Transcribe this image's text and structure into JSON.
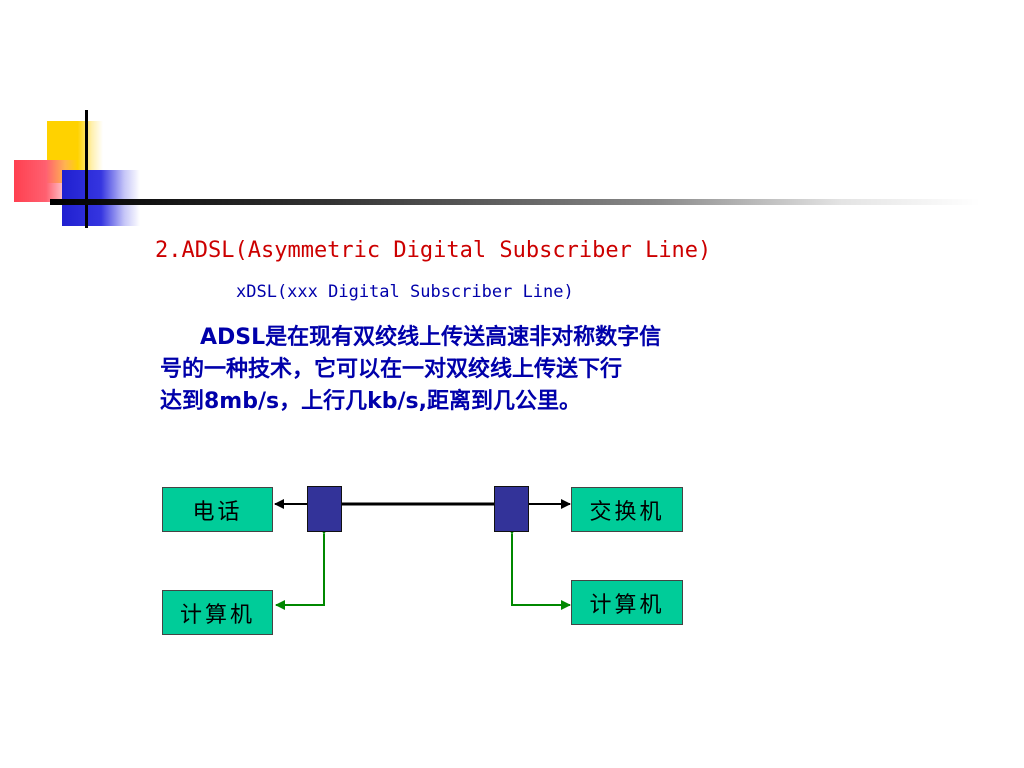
{
  "title": "2.ADSL(Asymmetric Digital Subscriber Line)",
  "subtitle": "xDSL(xxx  Digital Subscriber Line)",
  "paragraph": {
    "line1": "ADSL是在现有双绞线上传送高速非对称数字信",
    "line2": "号的一种技术，它可以在一对双绞线上传送下行",
    "line3": "达到8mb/s，上行几kb/s,距离到几公里。"
  },
  "diagram": {
    "phone": "电话",
    "exchange": "交换机",
    "computer_left": "计算机",
    "computer_right": "计算机"
  },
  "colors": {
    "title": "#cc0000",
    "text": "#0000aa",
    "box_fill": "#00cc99",
    "modem_fill": "#333399",
    "computer_link": "#008800"
  }
}
